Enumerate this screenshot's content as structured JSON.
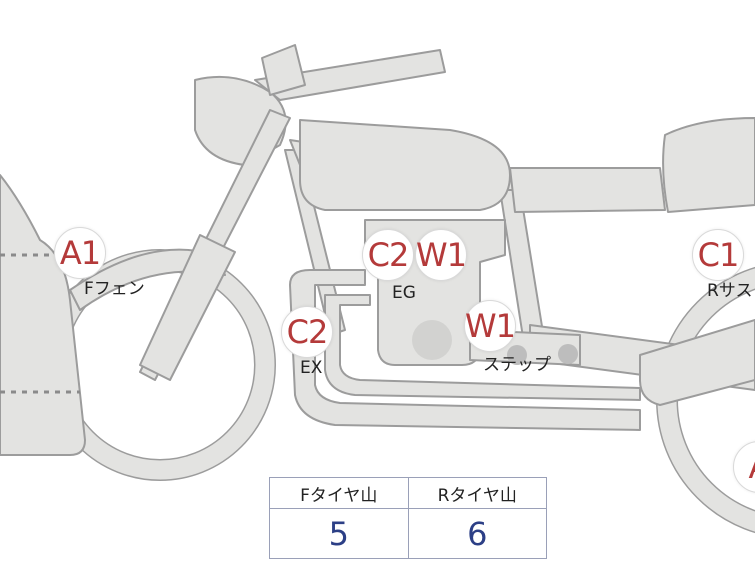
{
  "markers": {
    "a1_left": "A1",
    "c2_engine": "C2",
    "w1_engine": "W1",
    "c2_exhaust": "C2",
    "w1_step": "W1",
    "c1_rear": "C1",
    "a_right": "A"
  },
  "labels": {
    "front_fender": "Fフェン",
    "engine": "EG",
    "exhaust": "EX",
    "step": "ステップ",
    "rear_suspension": "Rサス"
  },
  "tire_table": {
    "front_header": "Fタイヤ山",
    "rear_header": "Rタイヤ山",
    "front_value": "5",
    "rear_value": "6"
  },
  "colors": {
    "body_fill": "#e3e3e1",
    "body_stroke": "#9c9c9c",
    "marker_text": "#b43a3a",
    "value_text": "#2c3f86"
  }
}
